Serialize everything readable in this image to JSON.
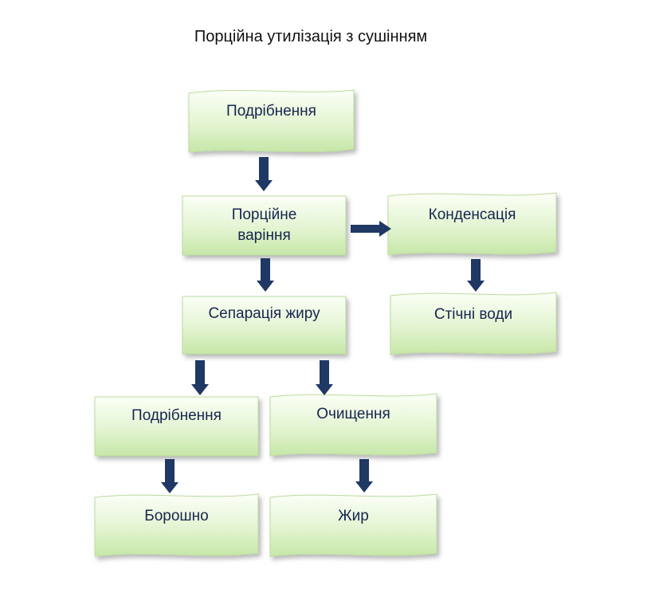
{
  "title": "Порційна утилізація з сушінням",
  "boxes": {
    "crush_top": "Подрібнення",
    "batch_cooking_line1": "Порційне",
    "batch_cooking_line2": "варіння",
    "condensation": "Конденсація",
    "wastewater": "Стічні води",
    "fat_separation": "Сепарація жиру",
    "crush_bottom": "Подрібнення",
    "cleaning": "Очищення",
    "flour": "Борошно",
    "fat": "Жир"
  },
  "colors": {
    "box_fill_light": "#fbfff7",
    "box_fill_dark": "#c6e7a8",
    "box_border": "#bcdca0",
    "arrow": "#1f3864",
    "text": "#16264f"
  }
}
